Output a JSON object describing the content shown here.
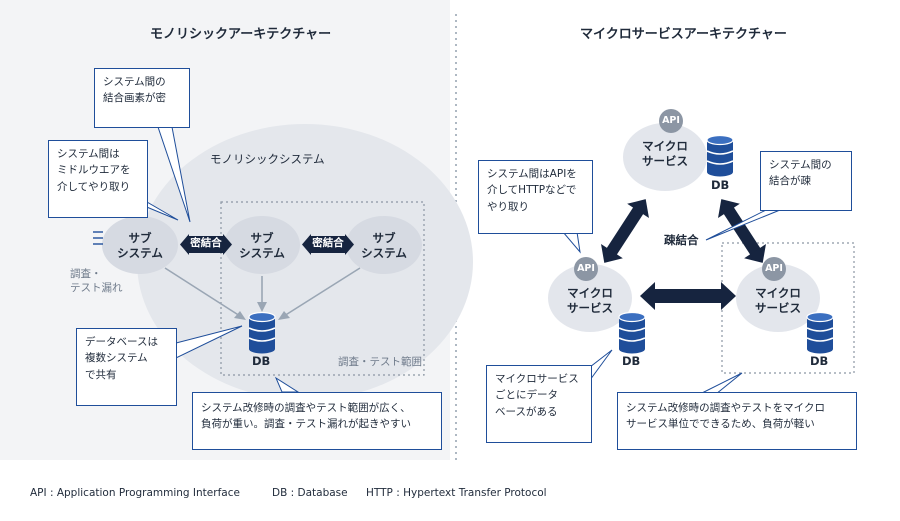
{
  "titles": {
    "monolith": "モノリシックアーキテクチャー",
    "micro": "マイクロサービスアーキテクチャー"
  },
  "monolith": {
    "system_label": "モノリシックシステム",
    "subsystems": [
      "サブ\nシステム",
      "サブ\nシステム",
      "サブ\nシステム"
    ],
    "tight_coupling": "密結合",
    "db": "DB",
    "test_scope": "調査・テスト範囲",
    "test_miss": "調査・\nテスト漏れ",
    "callouts": {
      "coupling": "システム間の\n結合画素が密",
      "middleware": "システム間は\nミドルウエアを\n介してやり取り",
      "shared_db": "データベースは\n複数システム\nで共有",
      "change": "システム改修時の調査やテスト範囲が広く、\n負荷が重い。調査・テスト漏れが起きやすい"
    }
  },
  "micro": {
    "services": [
      "マイクロ\nサービス",
      "マイクロ\nサービス",
      "マイクロ\nサービス"
    ],
    "api": "API",
    "db": "DB",
    "loose_coupling": "疎結合",
    "callouts": {
      "api_http": "システム間はAPIを\n介してHTTPなどで\nやり取り",
      "loose": "システム間の\n結合が疎",
      "db_each": "マイクロサービス\nごとにデータ\nベースがある",
      "change": "システム改修時の調査やテストをマイクロ\nサービス単位でできるため、負荷が軽い"
    }
  },
  "footer": {
    "api": "API : Application Programming Interface",
    "db": "DB : Database",
    "http": "HTTP : Hypertext Transfer Protocol"
  },
  "colors": {
    "navy": "#16243f",
    "blue": "#1f4e9a",
    "bubble": "#e3e6ec",
    "panel": "#f3f4f6",
    "api": "#8c96a4",
    "line": "#9aa6b4"
  }
}
